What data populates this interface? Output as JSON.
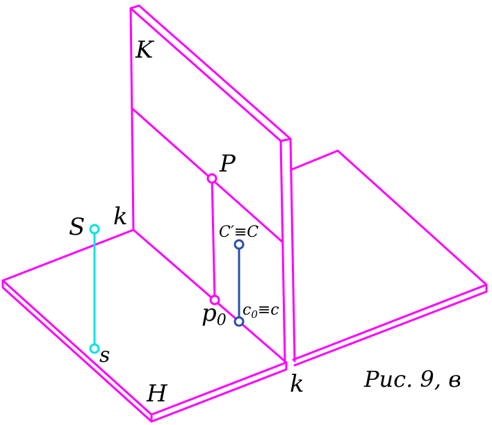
{
  "labels": {
    "K": "K",
    "k_left": "k",
    "P": "P",
    "S": "S",
    "s": "s",
    "p0": "p",
    "p0_sub": "0",
    "c_prime_C": "C′≡C",
    "c0_c": "c",
    "c0_sub": "0",
    "c0_rest": "≡c",
    "k_bottom": "k",
    "H": "H"
  },
  "caption": "Рис. 9, в",
  "colors": {
    "planes": "#ff00ff",
    "segment_S": "#00e5e5",
    "segment_C": "#2b4fa8",
    "text": "#000000"
  }
}
